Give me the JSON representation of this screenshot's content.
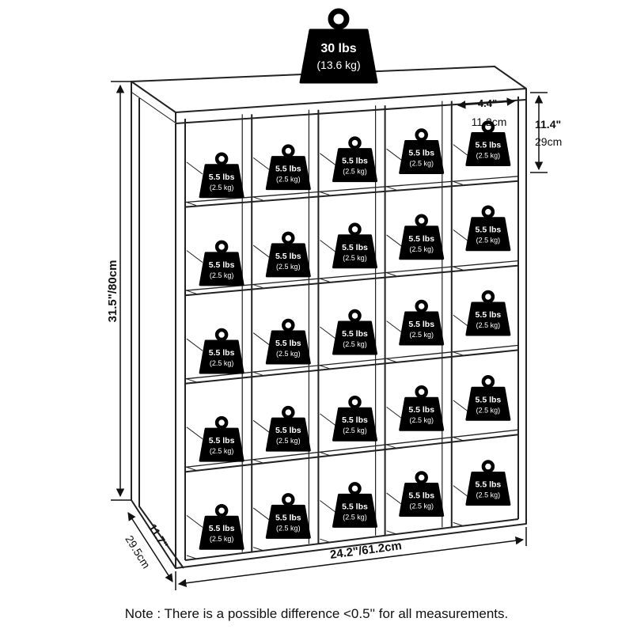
{
  "total_weight": {
    "lbs": "30 lbs",
    "kg": "(13.6 kg)"
  },
  "cube_weight": {
    "lbs": "5.5 lbs",
    "kg": "(2.5 kg)"
  },
  "cube_rows": 5,
  "cube_cols": 5,
  "dimensions": {
    "height": "31.5\"/80cm",
    "width": "24.2\"/61.2cm",
    "depth_in": "11.7\"",
    "depth_cm": "29.5cm",
    "cube_width_in": "4.4\"",
    "cube_width_cm": "11.2cm",
    "cube_height_in": "11.4\"",
    "cube_height_cm": "29cm"
  },
  "note": "Note : There is a possible difference <0.5'' for all measurements."
}
